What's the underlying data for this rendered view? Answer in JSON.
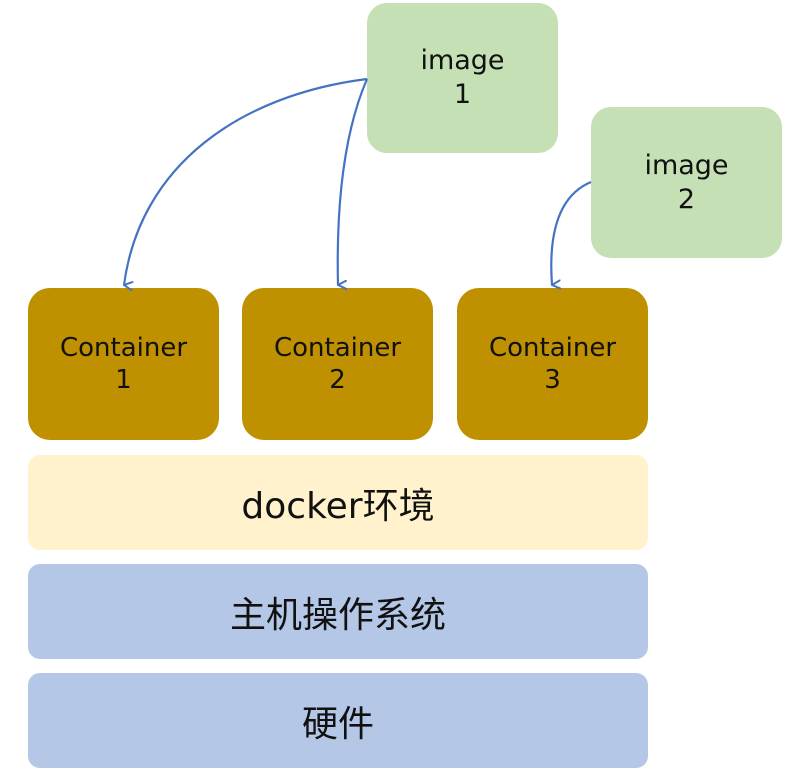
{
  "images": [
    {
      "line1": "image",
      "line2": "1"
    },
    {
      "line1": "image",
      "line2": "2"
    }
  ],
  "containers": [
    {
      "line1": "Container",
      "line2": "1"
    },
    {
      "line1": "Container",
      "line2": "2"
    },
    {
      "line1": "Container",
      "line2": "3"
    }
  ],
  "layers": {
    "docker": "docker环境",
    "os": "主机操作系统",
    "hardware": "硬件"
  },
  "colors": {
    "image_fill": "#c5e0b4",
    "container_fill": "#bf9000",
    "docker_fill": "#fff2cc",
    "layer_fill": "#b4c7e7",
    "arrow": "#4472c4"
  }
}
